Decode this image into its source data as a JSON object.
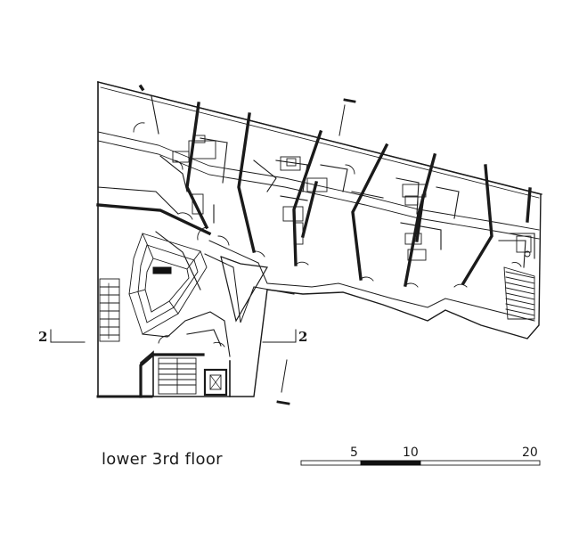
{
  "drawing": {
    "caption": "lower 3rd floor",
    "section_marks": {
      "left": "2",
      "right": "2"
    },
    "scale_bar": {
      "ticks": [
        "5",
        "10",
        "20"
      ]
    },
    "colors": {
      "ink": "#1a1a1a",
      "paper": "#ffffff",
      "fill": "#111111"
    }
  }
}
